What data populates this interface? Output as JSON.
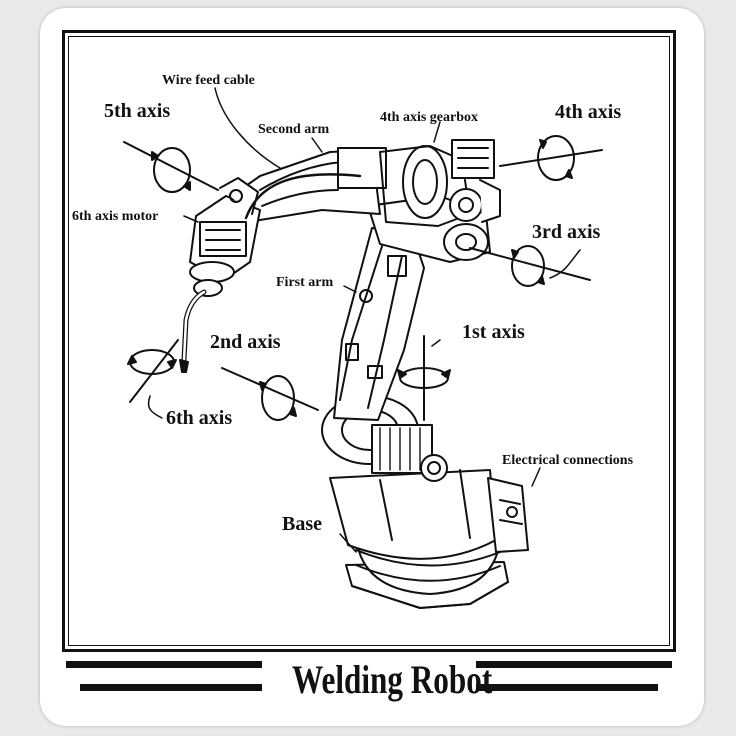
{
  "title": "Welding Robot",
  "labels": {
    "wire_feed_cable": "Wire feed cable",
    "fifth_axis": "5th axis",
    "second_arm": "Second arm",
    "fourth_axis_gearbox": "4th axis gearbox",
    "fourth_axis": "4th axis",
    "sixth_axis_motor": "6th axis motor",
    "third_axis": "3rd axis",
    "first_arm": "First arm",
    "first_axis": "1st axis",
    "second_axis": "2nd axis",
    "sixth_axis": "6th axis",
    "electrical_connections": "Electrical connections",
    "base": "Base"
  },
  "colors": {
    "ink": "#111111",
    "paper": "#ffffff",
    "background": "#e9e9e9"
  }
}
